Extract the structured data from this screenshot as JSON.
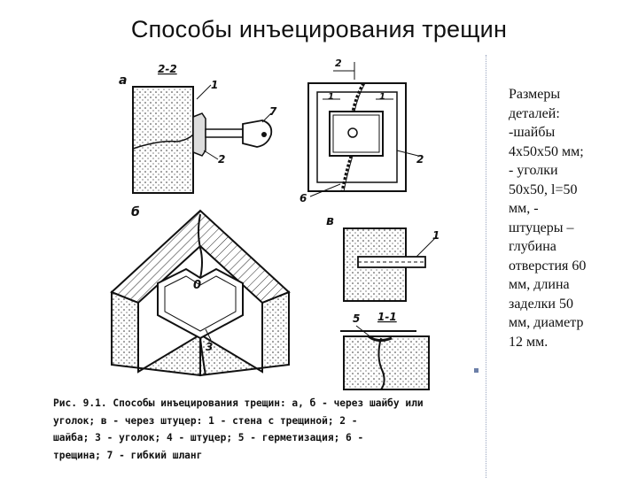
{
  "title": "Способы инъецирования трещин",
  "sidebar": {
    "lines": [
      "Размеры",
      "деталей:",
      "-шайбы",
      "4х50х50 мм;",
      "- уголки",
      "50х50, l=50",
      "мм, -",
      "штуцеры –",
      "глубина",
      "отверстия 60",
      "мм, длина",
      "заделки 50",
      "мм, диаметр",
      "12 мм."
    ]
  },
  "caption": {
    "lines": [
      "Рис. 9.1. Способы инъецирования трещин: а, б - через шайбу или",
      "уголок; в - через штуцер: 1 - стена с трещиной; 2 -",
      "шайба; 3 - уголок; 4 - штуцер; 5 - герметизация; 6 -",
      "трещина; 7 - гибкий шланг"
    ]
  },
  "figure": {
    "labels": {
      "a": "а",
      "section_2_2": "2-2",
      "section_1_1_top": "1",
      "section_1_1_top_b": "1",
      "b": "б",
      "v": "в",
      "section_1_1": "1-1",
      "n1": "1",
      "n2": "2",
      "n7": "7",
      "n2b": "2",
      "n2c": "2",
      "n6": "6",
      "n3": "3",
      "n1b": "1",
      "n5": "5",
      "n0": "0",
      "n2top": "2"
    }
  }
}
